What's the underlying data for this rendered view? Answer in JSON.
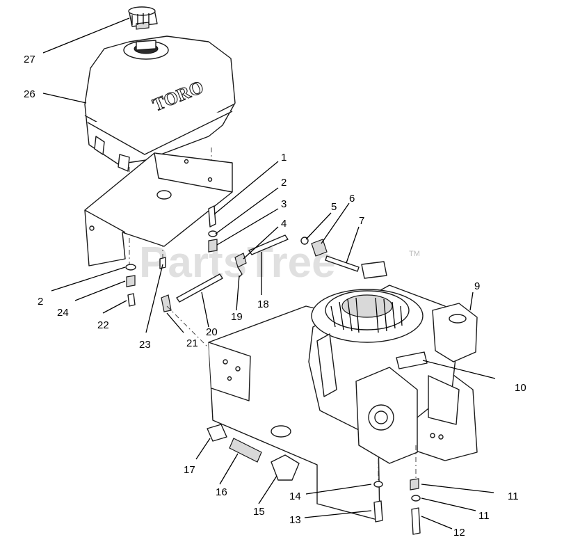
{
  "diagram": {
    "watermark": "PartsTree",
    "watermark_tm": "TM",
    "tank_brand": "TORO",
    "callouts": [
      {
        "id": "c1",
        "label": "1"
      },
      {
        "id": "c2a",
        "label": "2"
      },
      {
        "id": "c3",
        "label": "3"
      },
      {
        "id": "c4",
        "label": "4"
      },
      {
        "id": "c5",
        "label": "5"
      },
      {
        "id": "c6",
        "label": "6"
      },
      {
        "id": "c7",
        "label": "7"
      },
      {
        "id": "c9",
        "label": "9"
      },
      {
        "id": "c10",
        "label": "10"
      },
      {
        "id": "c11a",
        "label": "11"
      },
      {
        "id": "c11b",
        "label": "11"
      },
      {
        "id": "c12",
        "label": "12"
      },
      {
        "id": "c13",
        "label": "13"
      },
      {
        "id": "c14",
        "label": "14"
      },
      {
        "id": "c15",
        "label": "15"
      },
      {
        "id": "c16",
        "label": "16"
      },
      {
        "id": "c17",
        "label": "17"
      },
      {
        "id": "c18",
        "label": "18"
      },
      {
        "id": "c19",
        "label": "19"
      },
      {
        "id": "c20",
        "label": "20"
      },
      {
        "id": "c21",
        "label": "21"
      },
      {
        "id": "c22",
        "label": "22"
      },
      {
        "id": "c23",
        "label": "23"
      },
      {
        "id": "c24",
        "label": "24"
      },
      {
        "id": "c2b",
        "label": "2"
      },
      {
        "id": "c26",
        "label": "26"
      },
      {
        "id": "c27",
        "label": "27"
      }
    ]
  }
}
